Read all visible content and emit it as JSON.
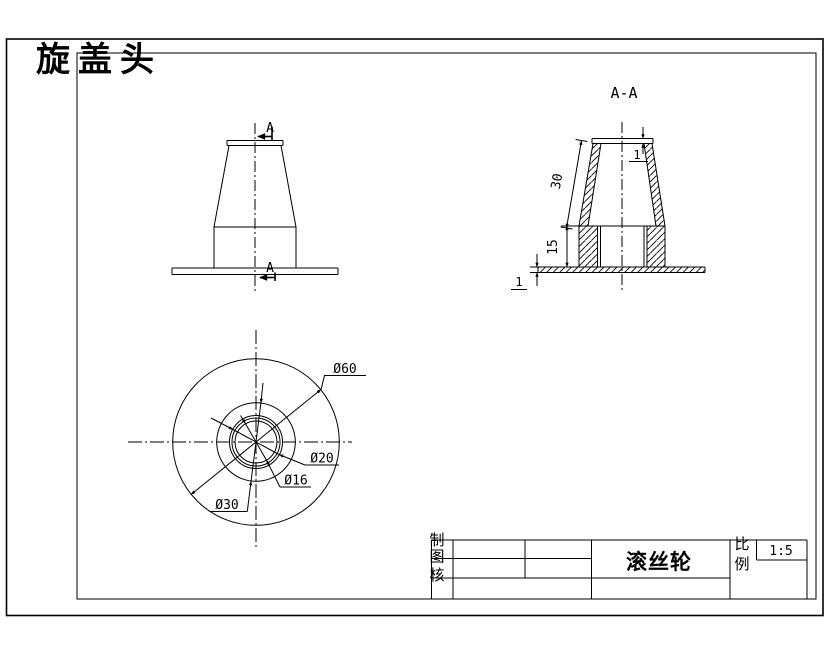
{
  "drawing": {
    "title": "旋盖头",
    "section_label": "A-A",
    "section_marker": "A",
    "dims": {
      "slant_height": "30",
      "cyl_height": "15",
      "cap_thickness": "1",
      "plate_thickness": "1",
      "dia_outer": "Ø60",
      "dia_mid": "Ø30",
      "dia_bore": "Ø20",
      "dia_thread": "Ø16"
    },
    "title_block": {
      "left_labels": [
        "制",
        "图",
        "核"
      ],
      "part_name": "滚丝轮",
      "scale_label_chars": [
        "比",
        "例"
      ],
      "scale_value": "1:5"
    },
    "colors": {
      "accent_red": "#ff0000",
      "line": "#000000",
      "background": "#ffffff"
    }
  }
}
